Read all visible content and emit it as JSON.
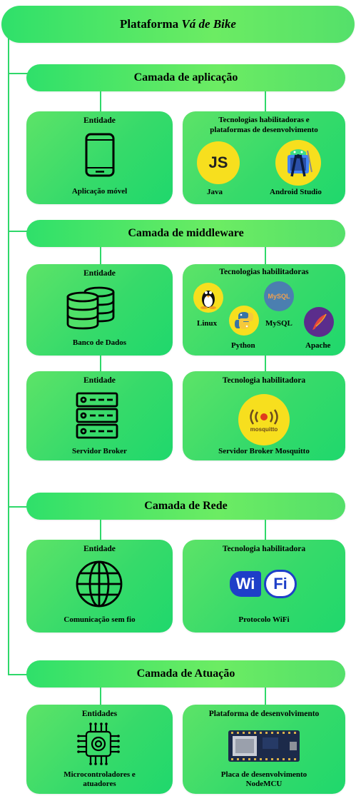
{
  "title": {
    "prefix": "Plataforma ",
    "italic": "Vá de Bike"
  },
  "layers": {
    "app": {
      "title": "Camada de aplicação",
      "entity": {
        "header": "Entidade",
        "label": "Aplicação móvel"
      },
      "tech": {
        "header_line1": "Tecnologias habilitadoras e",
        "header_line2": "plataformas de desenvolvimento",
        "items": [
          "Java",
          "Android Studio"
        ],
        "js_badge": "JS"
      }
    },
    "middleware": {
      "title": "Camada de middleware",
      "entity1": {
        "header": "Entidade",
        "label": "Banco de Dados"
      },
      "tech1": {
        "header": "Tecnologias habilitadoras",
        "items": [
          "Linux",
          "MySQL",
          "Python",
          "Apache"
        ],
        "mysql_badge": "MySQL"
      },
      "entity2": {
        "header": "Entidade",
        "label": "Servidor Broker"
      },
      "tech2": {
        "header": "Tecnologia habilitadora",
        "label": "Servidor Broker Mosquitto",
        "logo_text": "mosquitto"
      }
    },
    "network": {
      "title": "Camada de Rede",
      "entity": {
        "header": "Entidade",
        "label": "Comunicação sem fio"
      },
      "tech": {
        "header": "Tecnologia habilitadora",
        "label": "Protocolo WiFi",
        "logo_wi": "Wi",
        "logo_fi": "Fi"
      }
    },
    "actuation": {
      "title": "Camada de Atuação",
      "entity": {
        "header": "Entidades",
        "label_line1": "Microcontroladores e",
        "label_line2": "atuadores"
      },
      "tech": {
        "header": "Plataforma de desenvolvimento",
        "label_line1": "Placa de desenvolvimento",
        "label_line2": "NodeMCU"
      }
    }
  },
  "colors": {
    "green": "#36da6a",
    "connector": "#2fd86a",
    "js_yellow": "#f7df1e",
    "wifi_blue": "#1e3fc8",
    "mosquitto_orange": "#f08c1e"
  }
}
